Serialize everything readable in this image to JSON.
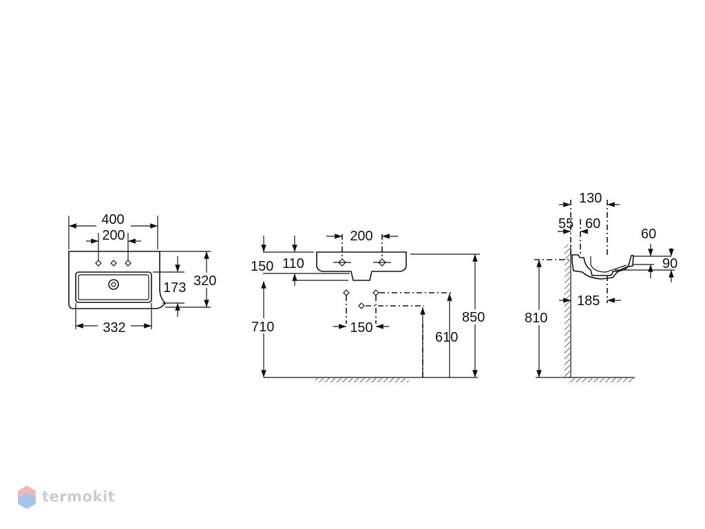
{
  "front_view": {
    "width_total": "400",
    "tap_spacing": "200",
    "bowl_width": "332",
    "bowl_depth": "173",
    "depth_total": "320"
  },
  "elevation_view": {
    "tap_spacing": "200",
    "rim_height_outer": "150",
    "rim_height_inner": "110",
    "pipe_spacing": "150",
    "floor_to_bowl": "710",
    "floor_to_pipe": "610",
    "floor_to_rim": "850"
  },
  "side_view": {
    "overall_depth": "130",
    "wall_gap": "55",
    "tap_offset": "60",
    "rim_thickness": "60",
    "rim_height": "90",
    "bowl_projection": "185",
    "floor_to_rim": "810"
  },
  "brand": {
    "name": "termokit",
    "colors": {
      "logo_top": "#f2b8b8",
      "logo_bottom": "#a9c4ea",
      "text": "#c9ccd2"
    }
  }
}
